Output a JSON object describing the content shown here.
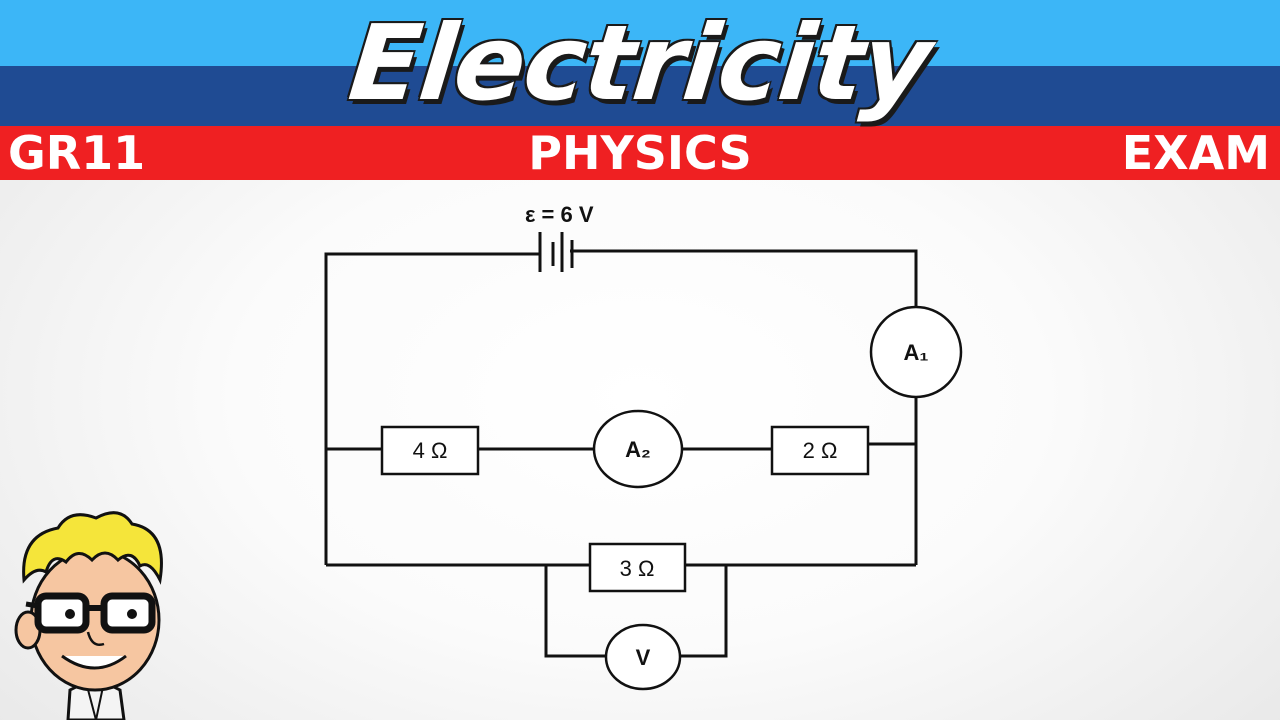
{
  "header": {
    "title": "Electricity",
    "left_label": "GR11",
    "center_label": "PHYSICS",
    "right_label": "EXAM"
  },
  "circuit": {
    "emf_label": "ε = 6 V",
    "resistor_4": "4 Ω",
    "resistor_2": "2 Ω",
    "resistor_3": "3 Ω",
    "ammeter_1": "A₁",
    "ammeter_2": "A₂",
    "voltmeter": "V"
  },
  "colors": {
    "band_light": "#3cb6f7",
    "band_dark": "#1f4b93",
    "band_red": "#ef2022"
  },
  "icons": [
    "cartoon-boy-mascot"
  ]
}
